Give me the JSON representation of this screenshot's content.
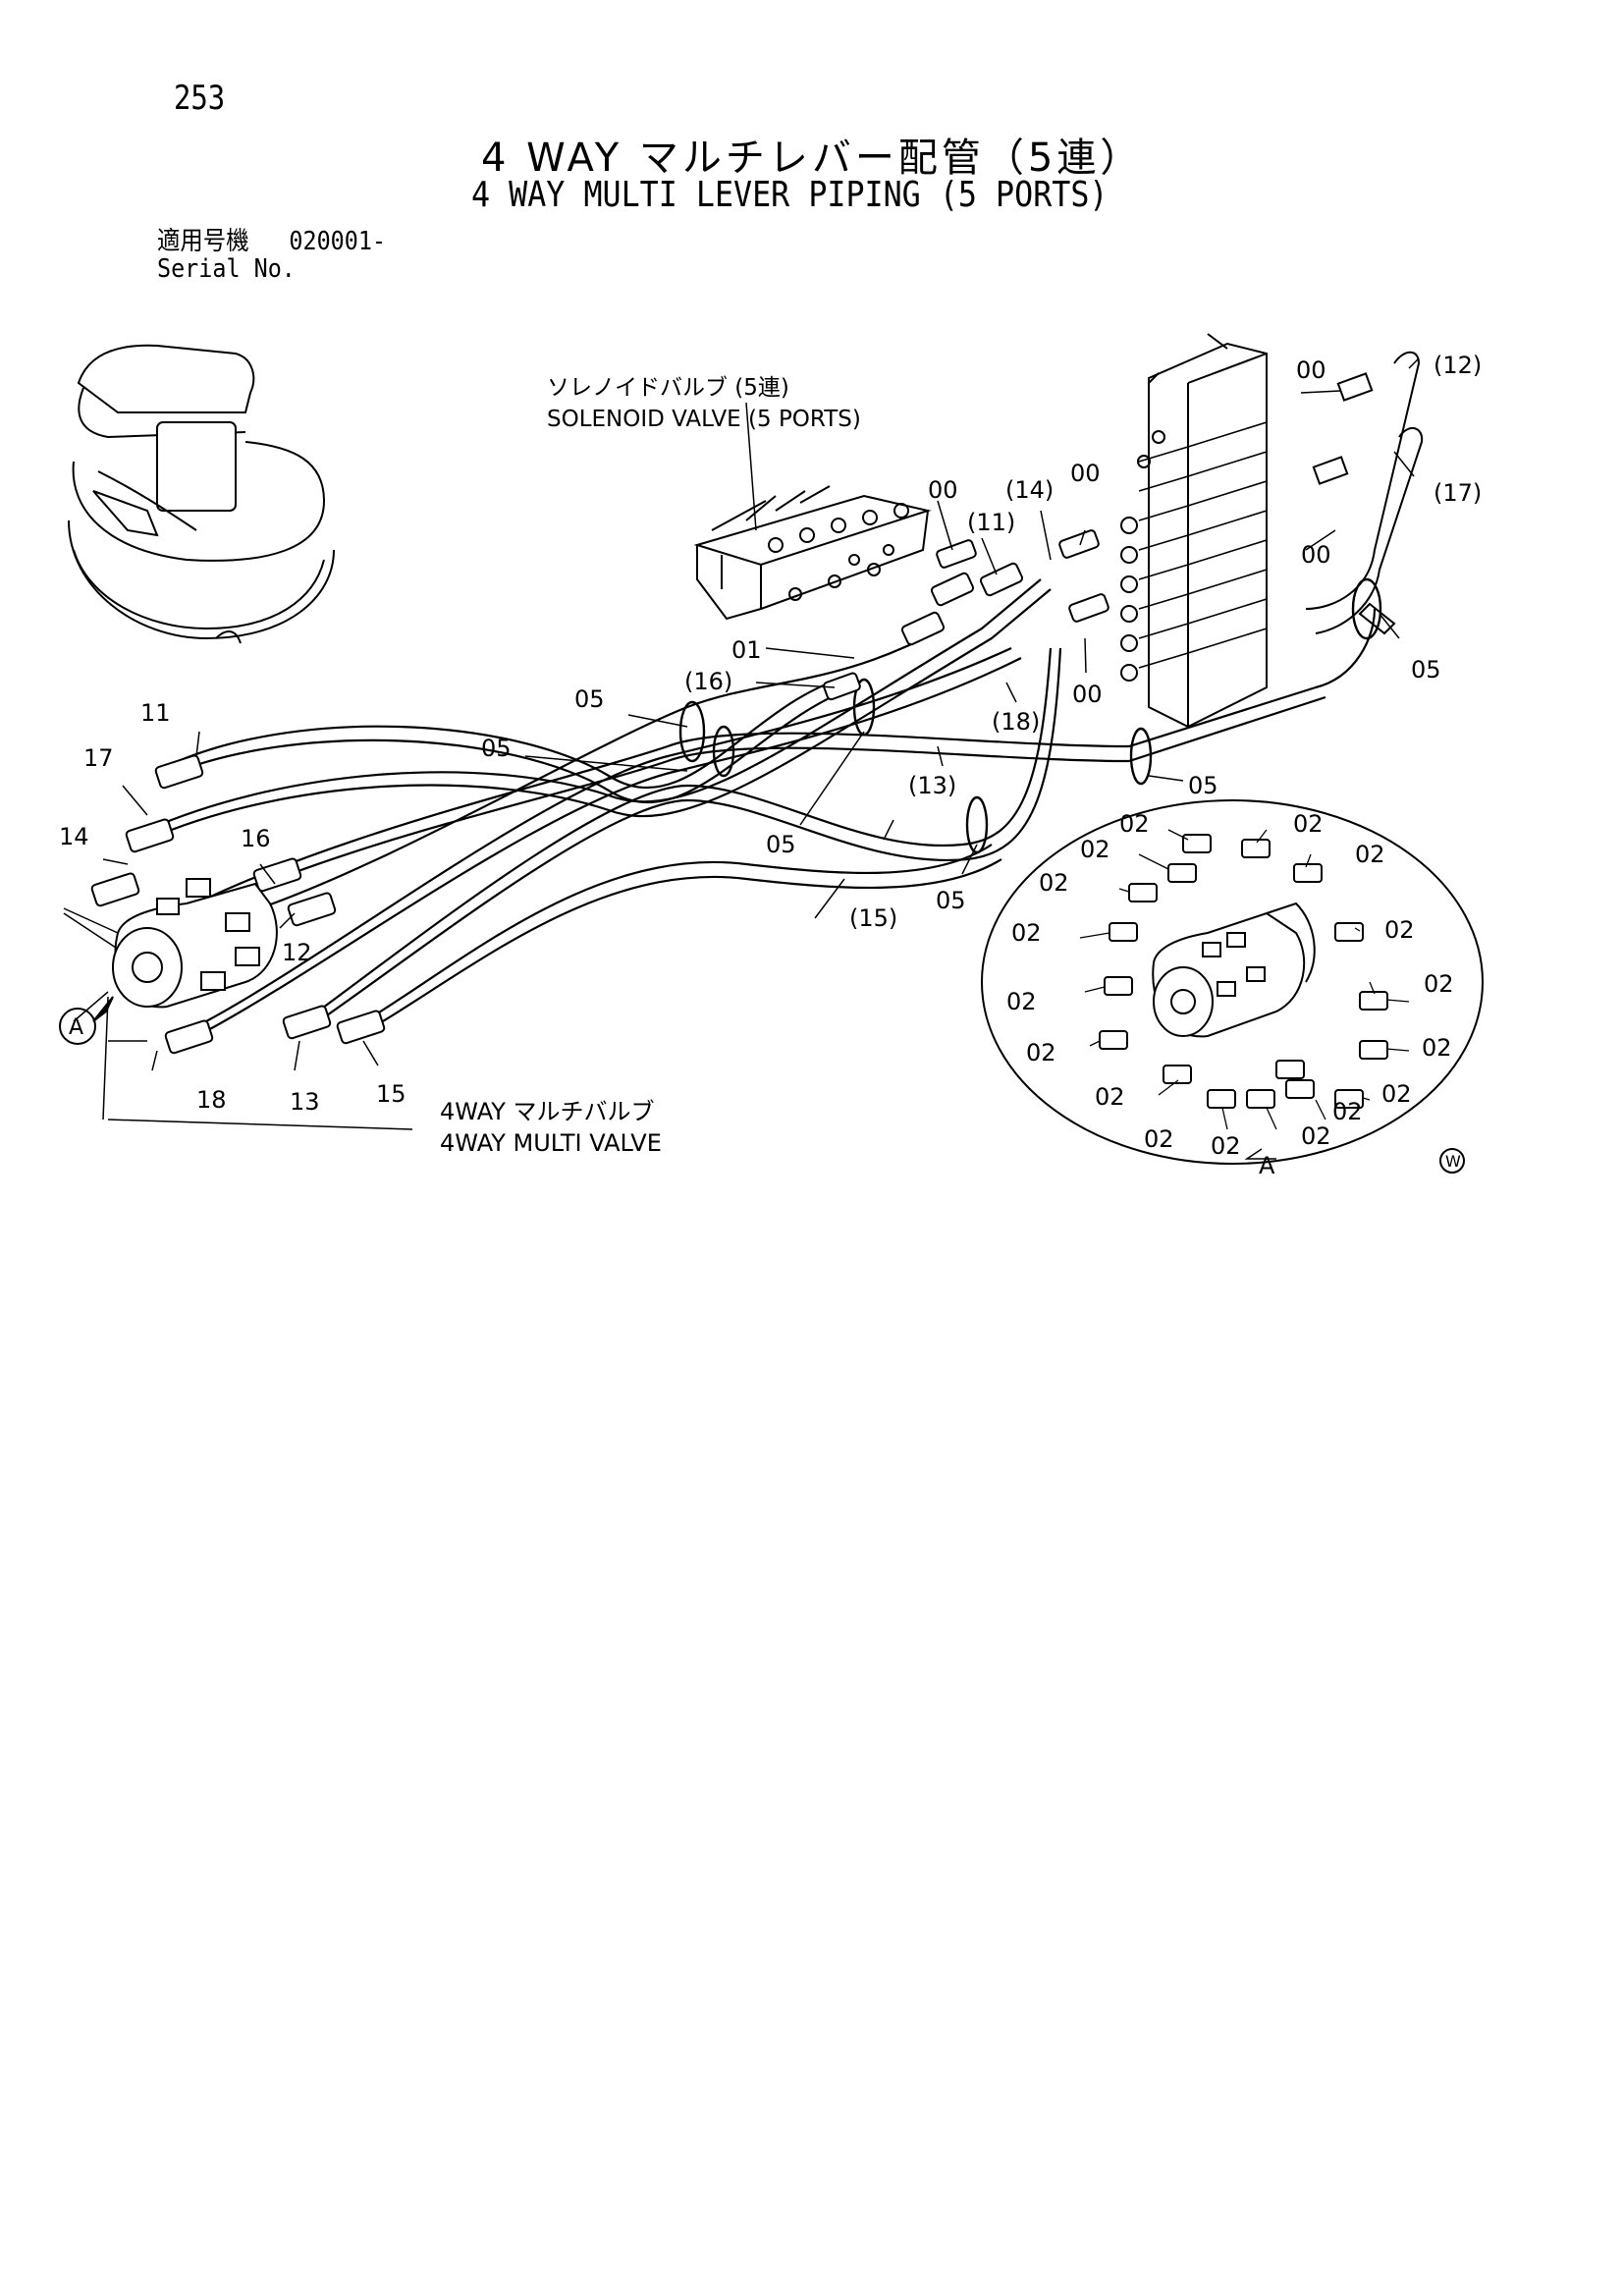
{
  "page_number": "253",
  "title_jp": "4 WAY マルチレバー配管（5連）",
  "title_en": "4 WAY MULTI LEVER PIPING (5 PORTS)",
  "serial": {
    "label_jp": "適用号機",
    "value": "020001-",
    "label_en": "Serial No."
  },
  "callouts": {
    "solenoid_jp": "ソレノイドバルブ (5連)",
    "solenoid_en": "SOLENOID VALVE (5 PORTS)",
    "multivalve_jp": "4WAY マルチバルブ",
    "multivalve_en": "4WAY MULTI VALVE",
    "view_a": "A",
    "view_a_bottom": "A",
    "w_mark": "W"
  },
  "part_labels": {
    "p00_a": "00",
    "p00_b": "00",
    "p00_c": "00",
    "p00_d": "00",
    "p00_e": "00",
    "p01": "01",
    "p05_a": "05",
    "p05_b": "05",
    "p05_c": "05",
    "p05_d": "05",
    "p05_e": "05",
    "p05_f": "05",
    "p11": "11",
    "p11_paren": "(11)",
    "p12": "12",
    "p12_paren": "(12)",
    "p13": "13",
    "p13_paren": "(13)",
    "p14": "14",
    "p14_paren": "(14)",
    "p15": "15",
    "p15_paren": "(15)",
    "p16": "16",
    "p16_paren": "(16)",
    "p17": "17",
    "p17_paren": "(17)",
    "p18": "18",
    "p18_paren": "(18)",
    "detail_02": [
      "02",
      "02",
      "02",
      "02",
      "02",
      "02",
      "02",
      "02",
      "02",
      "02",
      "02",
      "02",
      "02",
      "02",
      "02",
      "02",
      "02"
    ]
  }
}
